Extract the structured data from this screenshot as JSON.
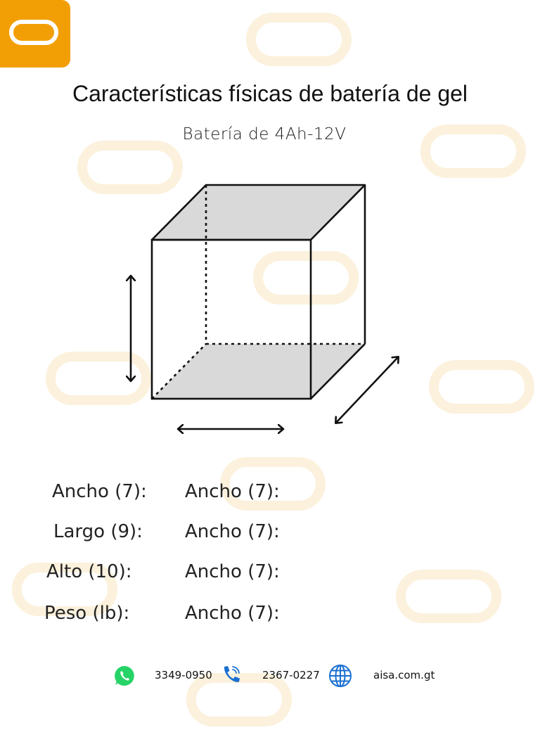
{
  "title": "Características físicas de batería de gel",
  "subtitle": "Batería de 4Ah-12V",
  "specs": {
    "row1": {
      "label": "Ancho (7):",
      "value": "Ancho (7):"
    },
    "row2": {
      "label": "Largo (9):",
      "value": "Ancho (7):"
    },
    "row3": {
      "label": "Alto (10):",
      "value": "Ancho (7):"
    },
    "row4": {
      "label": "Peso (lb):",
      "value": "Ancho (7):"
    }
  },
  "footer": {
    "whatsapp": "3349-0950",
    "phone": "2367-0227",
    "website": "aisa.com.gt"
  },
  "icons": {
    "logo": "brand-logo-icon",
    "whatsapp": "whatsapp-icon",
    "phone": "phone-icon",
    "website": "globe-icon"
  },
  "colors": {
    "brand": "#f29f05",
    "watermark": "#fbf1dd",
    "cube_face": "#d9d9d9",
    "whatsapp": "#25d366",
    "phone": "#1a6fd1",
    "globe": "#1a6fd1"
  }
}
